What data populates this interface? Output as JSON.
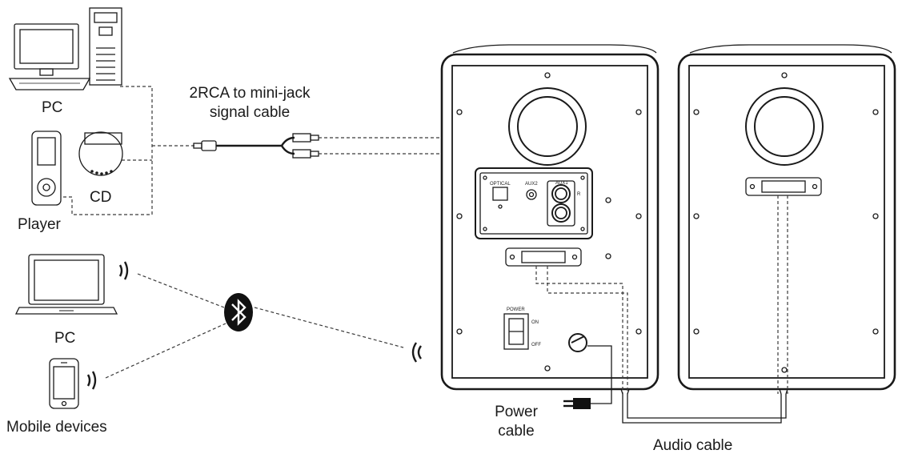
{
  "labels": {
    "pc_top": "PC",
    "signal_cable_line1": "2RCA to mini-jack",
    "signal_cable_line2": "signal cable",
    "player": "Player",
    "cd": "CD",
    "pc_bottom": "PC",
    "mobile": "Mobile devices",
    "power_cable_line1": "Power",
    "power_cable_line2": "cable",
    "audio_cable": "Audio cable"
  },
  "panel_labels": {
    "optical": "OPTICAL",
    "aux2": "AUX2",
    "aux1": "AUX1",
    "r": "R",
    "power": "POWER",
    "on": "ON",
    "off": "OFF"
  },
  "icons": [
    "desktop-pc-icon",
    "media-player-icon",
    "cd-player-icon",
    "laptop-icon",
    "smartphone-icon",
    "bluetooth-icon",
    "wireless-signal-icon",
    "power-plug-icon"
  ]
}
